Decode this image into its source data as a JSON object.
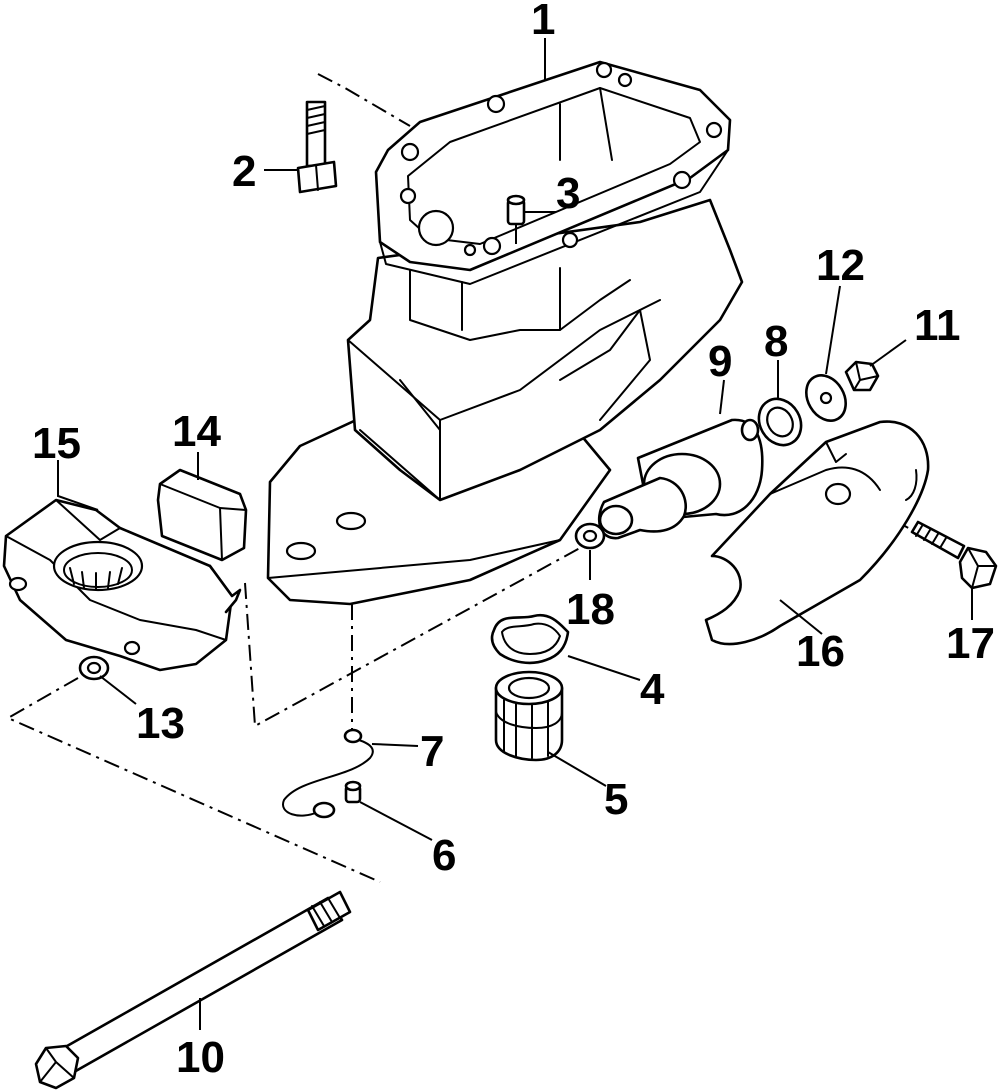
{
  "diagram": {
    "callouts": [
      {
        "id": "1",
        "text": "1"
      },
      {
        "id": "2",
        "text": "2"
      },
      {
        "id": "3",
        "text": "3"
      },
      {
        "id": "4",
        "text": "4"
      },
      {
        "id": "5",
        "text": "5"
      },
      {
        "id": "6",
        "text": "6"
      },
      {
        "id": "7",
        "text": "7"
      },
      {
        "id": "8",
        "text": "8"
      },
      {
        "id": "9",
        "text": "9"
      },
      {
        "id": "10",
        "text": "10"
      },
      {
        "id": "11",
        "text": "11"
      },
      {
        "id": "12",
        "text": "12"
      },
      {
        "id": "13",
        "text": "13"
      },
      {
        "id": "14",
        "text": "14"
      },
      {
        "id": "15",
        "text": "15"
      },
      {
        "id": "16",
        "text": "16"
      },
      {
        "id": "17",
        "text": "17"
      },
      {
        "id": "18",
        "text": "18"
      }
    ],
    "line_color": "#000000",
    "background": "#ffffff"
  }
}
